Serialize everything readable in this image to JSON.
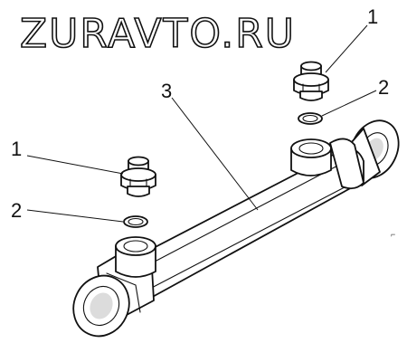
{
  "watermark": {
    "text": "ZURAVTO.RU"
  },
  "callouts": {
    "fitting_right": "1",
    "ring_right": "2",
    "cylinder": "3",
    "fitting_left": "1",
    "ring_left": "2"
  },
  "corner_mark": "⌐"
}
